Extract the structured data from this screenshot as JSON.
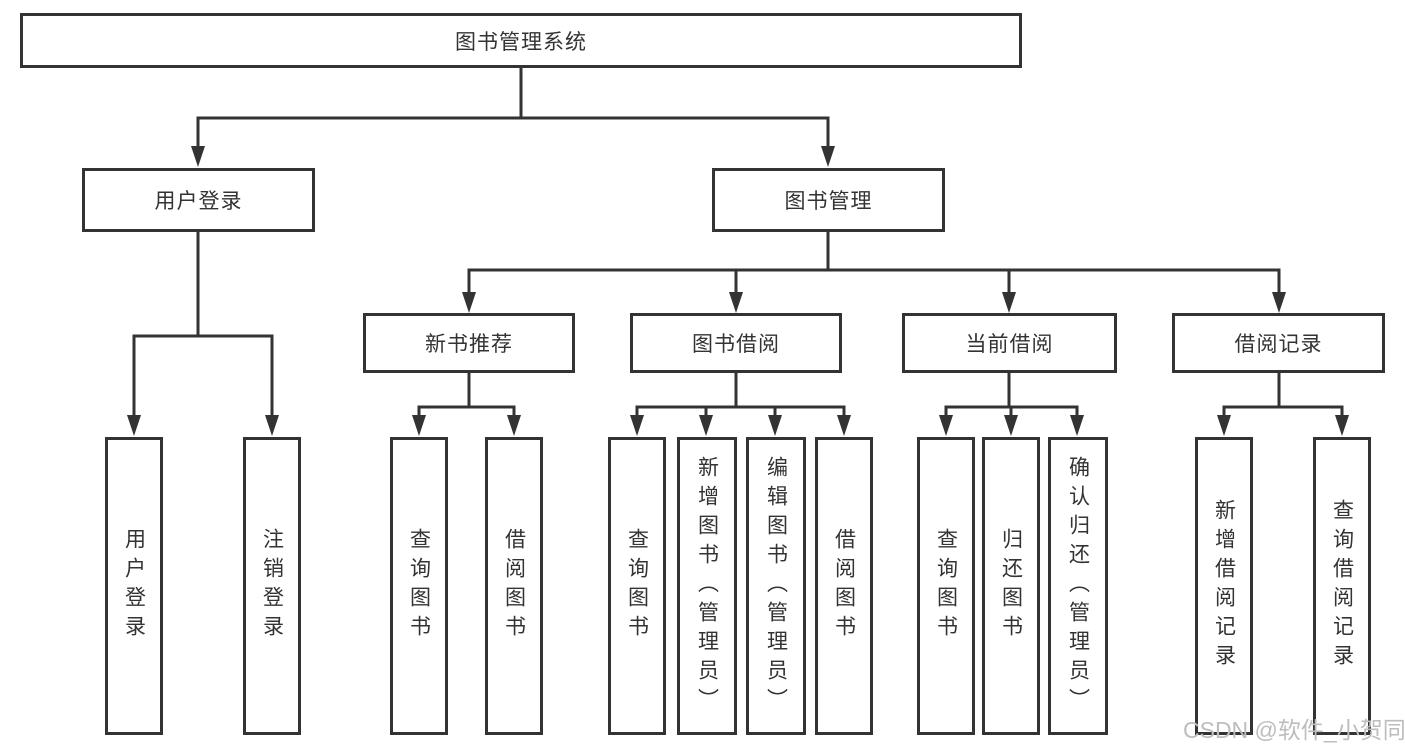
{
  "colors": {
    "line": "#333333",
    "box_border": "#333333",
    "text": "#333333",
    "background": "#ffffff",
    "watermark": "#bdbdbd"
  },
  "tree": {
    "label": "图书管理系统",
    "children": [
      {
        "label": "用户登录",
        "children": [
          {
            "label": "用户登录"
          },
          {
            "label": "注销登录"
          }
        ]
      },
      {
        "label": "图书管理",
        "children": [
          {
            "label": "新书推荐",
            "children": [
              {
                "label": "查询图书"
              },
              {
                "label": "借阅图书"
              }
            ]
          },
          {
            "label": "图书借阅",
            "children": [
              {
                "label": "查询图书"
              },
              {
                "label": "新增图书（管理员）"
              },
              {
                "label": "编辑图书（管理员）"
              },
              {
                "label": "借阅图书"
              }
            ]
          },
          {
            "label": "当前借阅",
            "children": [
              {
                "label": "查询图书"
              },
              {
                "label": "归还图书"
              },
              {
                "label": "确认归还（管理员）"
              }
            ]
          },
          {
            "label": "借阅记录",
            "children": [
              {
                "label": "新增借阅记录"
              },
              {
                "label": "查询借阅记录"
              }
            ]
          }
        ]
      }
    ]
  },
  "watermark": "CSDN @软件_小贺同学"
}
